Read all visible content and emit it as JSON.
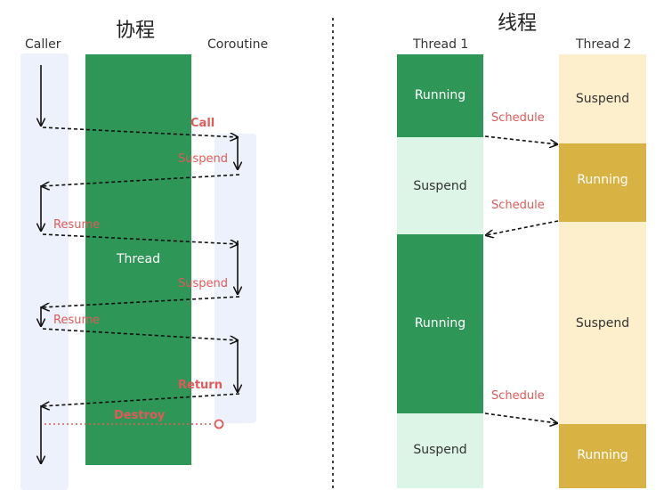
{
  "left": {
    "title": "协程",
    "caller_label": "Caller",
    "coroutine_label": "Coroutine",
    "thread_label": "Thread",
    "events": {
      "call": "Call",
      "suspend_1": "Suspend",
      "resume_1": "Resume",
      "suspend_2": "Suspend",
      "resume_2": "Resume",
      "return": "Return",
      "destroy": "Destroy"
    }
  },
  "right": {
    "title": "线程",
    "thread1_label": "Thread 1",
    "thread2_label": "Thread 2",
    "schedule_1": "Schedule",
    "schedule_2": "Schedule",
    "schedule_3": "Schedule",
    "thread1_blocks": [
      "Running",
      "Suspend",
      "Running",
      "Suspend"
    ],
    "thread2_blocks": [
      "Suspend",
      "Running",
      "Suspend",
      "Running"
    ]
  },
  "colors": {
    "running_green": "#2e9656",
    "suspend_green": "#dcf5e6",
    "running_gold": "#d9b244",
    "suspend_cream": "#fdefcc",
    "lane_blue": "#edf1fb",
    "label_red": "#e05a5a"
  }
}
